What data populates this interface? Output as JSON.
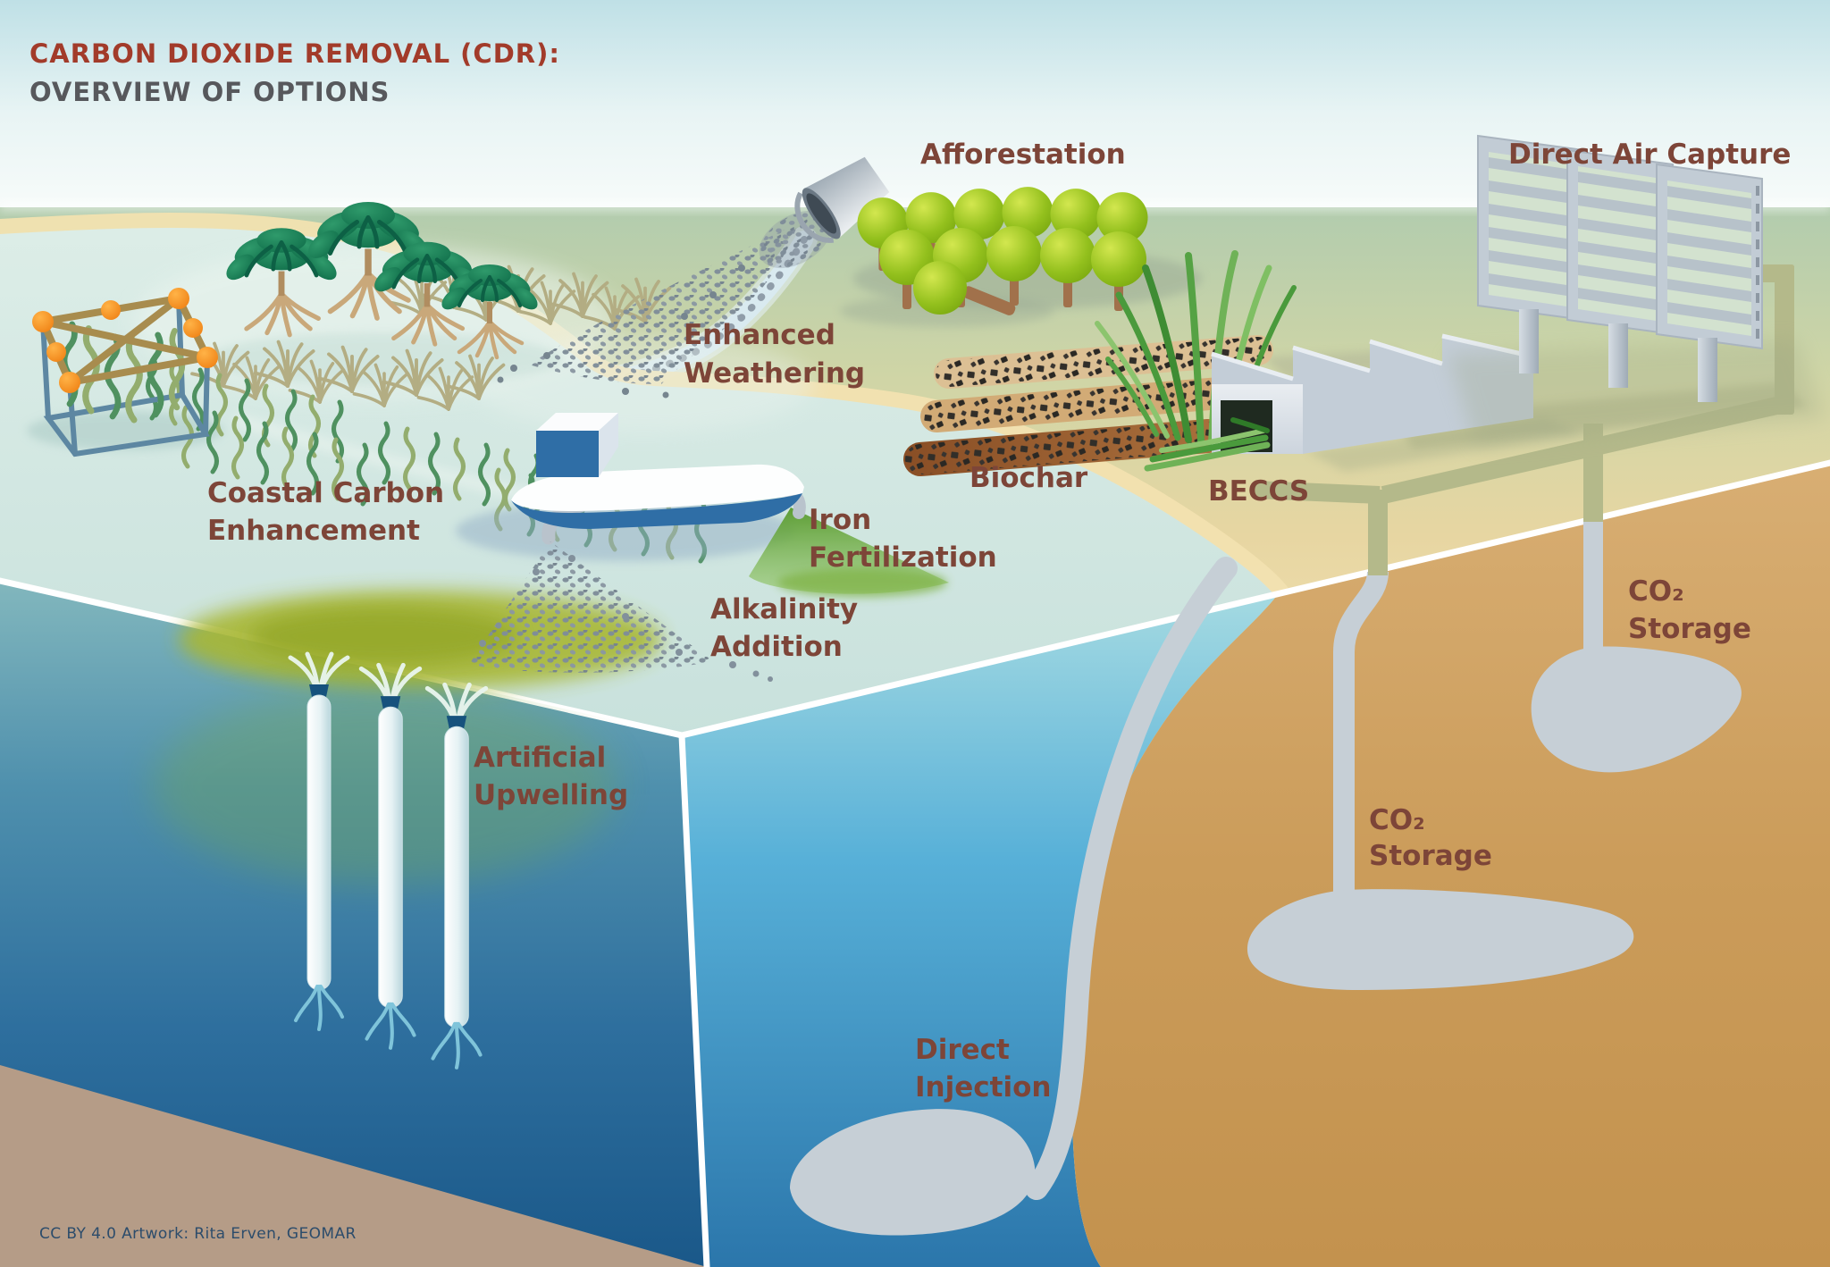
{
  "title": {
    "line1": "CARBON DIOXIDE REMOVAL (CDR):",
    "line2": "OVERVIEW OF OPTIONS"
  },
  "labels": {
    "afforestation": "Afforestation",
    "direct_air_capture": "Direct Air Capture",
    "enhanced_weathering": {
      "line1": "Enhanced",
      "line2": "Weathering"
    },
    "coastal_carbon_enhancement": {
      "line1": "Coastal Carbon",
      "line2": "Enhancement"
    },
    "iron_fertilization": {
      "line1": "Iron",
      "line2": "Fertilization"
    },
    "alkalinity_addition": {
      "line1": "Alkalinity",
      "line2": "Addition"
    },
    "biochar": "Biochar",
    "beccs": "BECCS",
    "co2_storage_land": {
      "line1": "CO₂",
      "line2": "Storage"
    },
    "co2_storage_seabed": {
      "line1": "CO₂",
      "line2": "Storage"
    },
    "artificial_upwelling": {
      "line1": "Artificial",
      "line2": "Upwelling"
    },
    "direct_injection": {
      "line1": "Direct",
      "line2": "Injection"
    }
  },
  "credit": "CC BY 4.0  Artwork: Rita Erven, GEOMAR",
  "colors": {
    "title_accent": "#a23b2a",
    "title_secondary": "#57585c",
    "label_text": "#7d4538",
    "credit_text": "#2c4c6b",
    "sky_top": "#bfe0e6",
    "land_green": "#b2ccae",
    "sand": "#f1dfae",
    "lagoon_surface": "#d4e8e3",
    "ocean_deep": "#1a5889",
    "ocean_mid": "#57b0d8",
    "underground_tan": "#cb9c5a",
    "sediment_taupe": "#b59c87",
    "pipe_gray": "#c6cfd6",
    "pipe_olive": "#b4b98a",
    "bloom_green": "#a8b735",
    "tree_green": "#93c01d",
    "mangrove_green": "#117a52",
    "buoy_orange": "#f5861a",
    "ship_blue": "#2f6ea6",
    "char_black": "#2f2c28"
  }
}
